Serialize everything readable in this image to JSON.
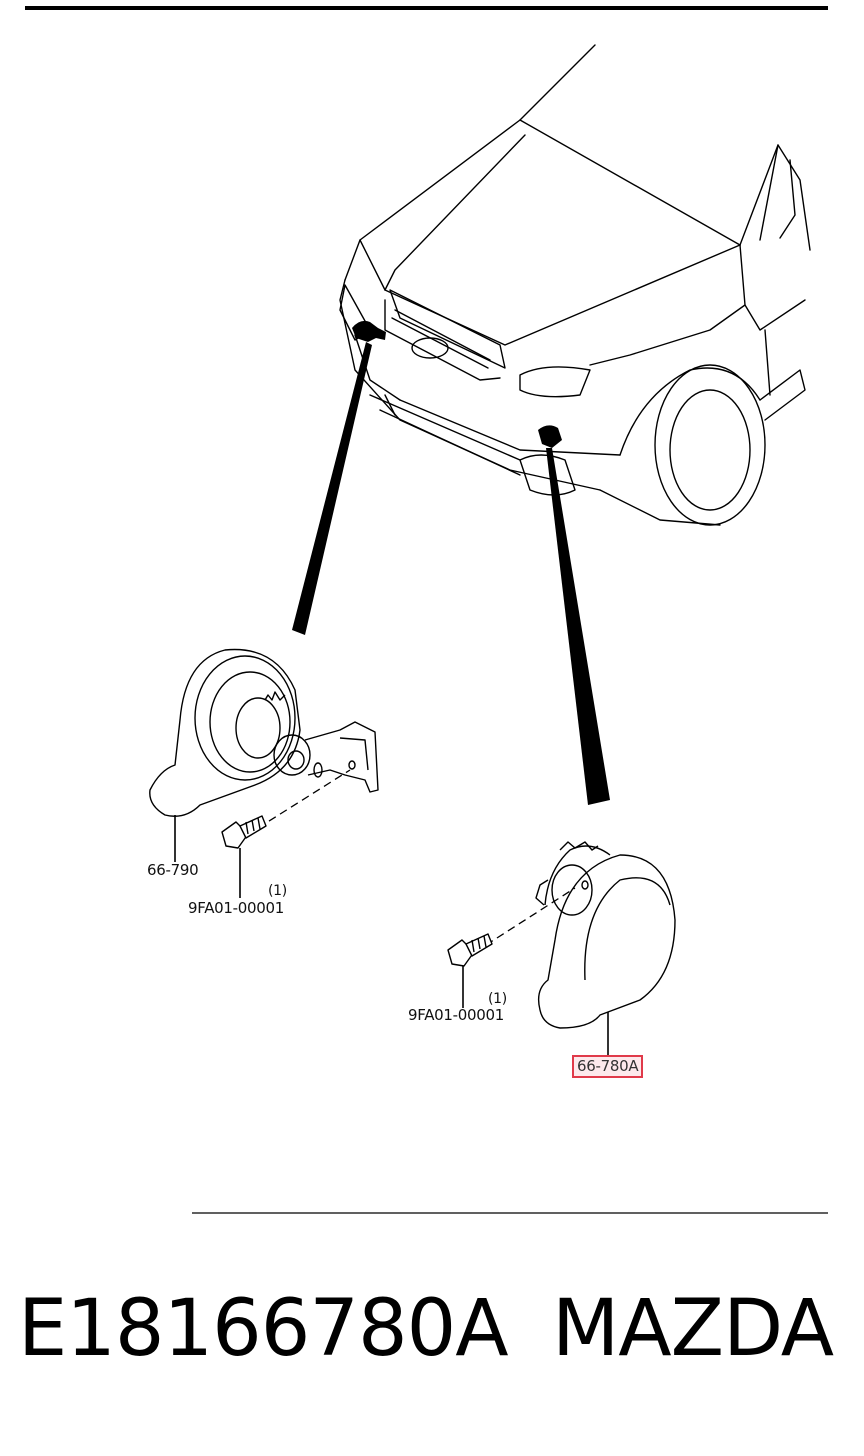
{
  "callouts": {
    "horn_low_part": "66-790",
    "bolt_left_part": "9FA01-00001",
    "bolt_left_qty": "(1)",
    "bolt_right_part": "9FA01-00001",
    "bolt_right_qty": "(1)",
    "horn_high_part": "66-780A"
  },
  "footer": {
    "part_number": "E18166780A",
    "brand": "MAZDA"
  },
  "colors": {
    "highlight_border": "#e03a4a",
    "highlight_fill": "#fde9ec",
    "line": "#000000"
  }
}
